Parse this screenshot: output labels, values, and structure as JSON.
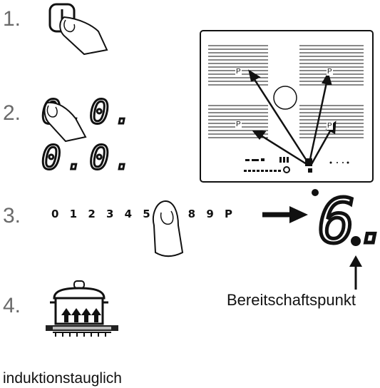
{
  "steps": {
    "step1": "1.",
    "step2": "2.",
    "step3": "3.",
    "step4": "4."
  },
  "display": {
    "row1": "0.0.",
    "row2": "0.0."
  },
  "power_levels": {
    "left": "0 1 2 3 4 5",
    "right": "7 8 9 P"
  },
  "cooktop": {
    "zone_label": "P"
  },
  "result_digit": "6.",
  "standby_dot_label": "Bereitschaftspunkt",
  "induction_label": "induktionstauglich"
}
